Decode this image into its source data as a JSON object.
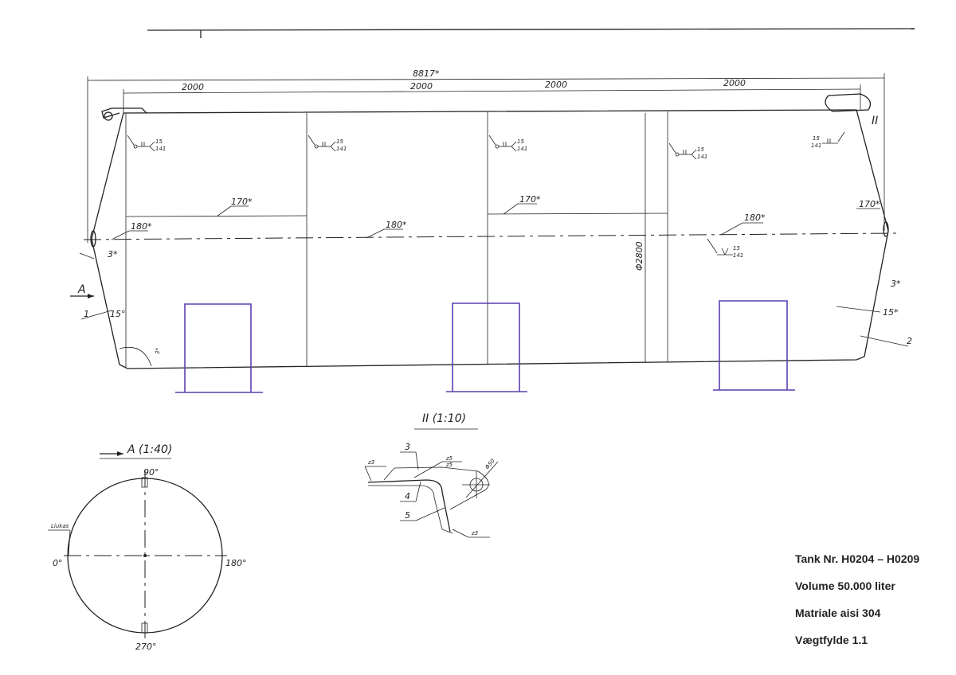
{
  "main_view": {
    "overall_length": "8817*",
    "segments": [
      "2000",
      "2000",
      "2000",
      "2000"
    ],
    "angle_170_left": "170*",
    "angle_180_left": "180*",
    "angle_180_mid": "180*",
    "angle_170_mid": "170*",
    "angle_180_right": "180*",
    "angle_170_right": "170*",
    "diameter": "Φ2800",
    "weld_top": "15",
    "weld_bottom": "141",
    "left_3": "3*",
    "left_15": "15°",
    "left_3b": "3*",
    "right_3": "3*",
    "right_15": "15*",
    "view_arrow": "A",
    "part_1": "1",
    "part_2": "2",
    "detail_ref": "II"
  },
  "view_a": {
    "title": "A (1:40)",
    "deg_90": "90°",
    "deg_0": "0°",
    "deg_180": "180°",
    "deg_270": "270°",
    "hatch_label": "Liukas"
  },
  "detail_ii": {
    "title": "II (1:10)",
    "part_3": "3",
    "part_4": "4",
    "part_5": "5",
    "hole": "Φ50",
    "weld_z3": "z3",
    "weld_z5": "z5"
  },
  "info": {
    "tank_nr": "Tank Nr. H0204 – H0209",
    "volume": "Volume 50.000 liter",
    "material": "Matriale aisi 304",
    "density": "Vægtfylde  1.1"
  },
  "colors": {
    "line": "#222222",
    "support": "#5b3fb0"
  }
}
